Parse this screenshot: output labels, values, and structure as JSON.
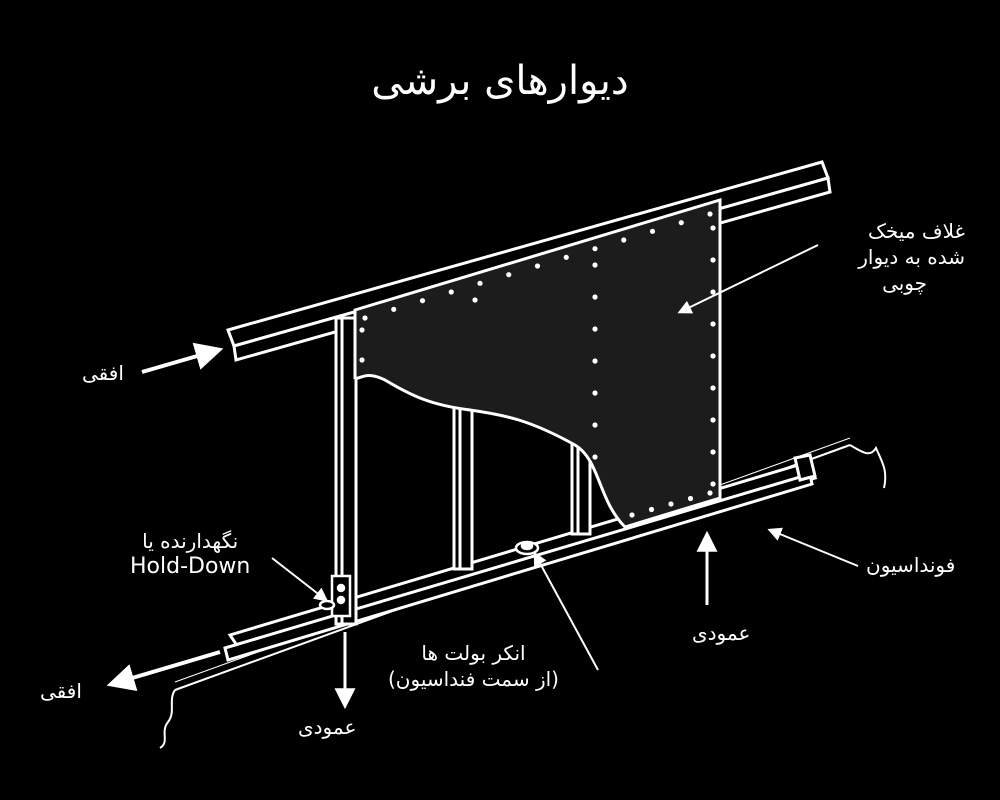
{
  "title": "دیوارهای برشی",
  "colors": {
    "background": "#000000",
    "line": "#ffffff",
    "sheathing": "#1c1c1c"
  },
  "labels": {
    "sheathing": [
      "غلاف میخک",
      "شده به دیوار",
      "چوبی"
    ],
    "horizontal_top": "افقی",
    "horizontal_bottom": "افقی",
    "holddown": [
      "نگهدارنده یا",
      "Hold-Down"
    ],
    "foundation": "فونداسیون",
    "vertical_right": "عمودی",
    "vertical_left": "عمودی",
    "anchor_bolts": [
      "انکر بولت ها",
      "(از سمت فنداسیون)"
    ]
  }
}
